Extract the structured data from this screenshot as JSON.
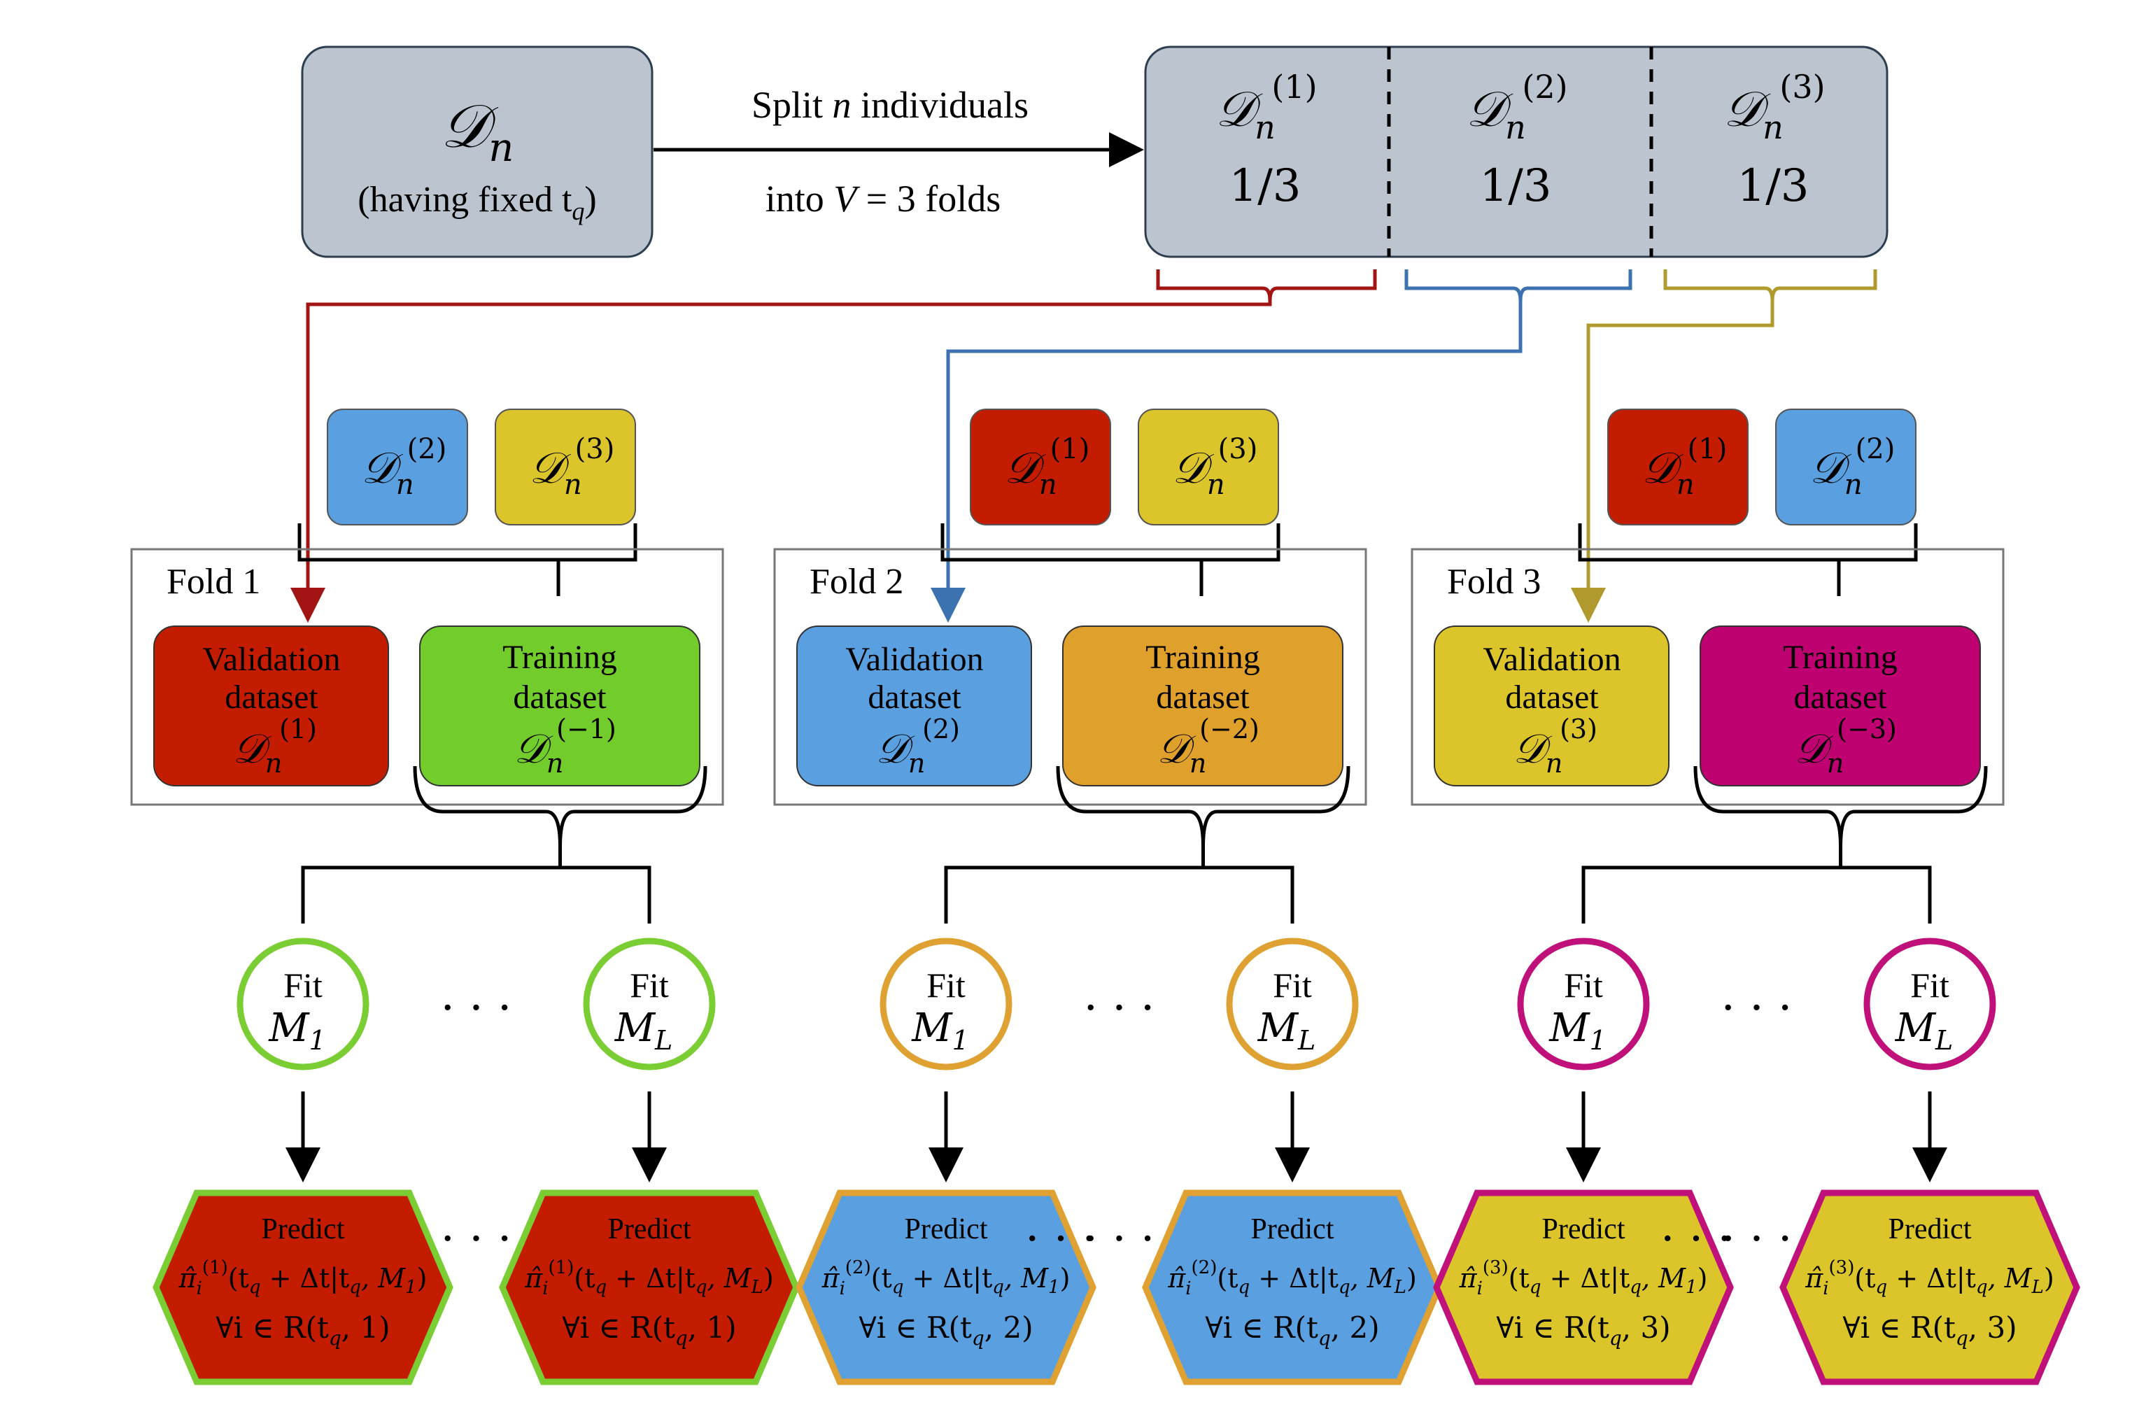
{
  "colors": {
    "dataset_gray": "#bcc5cf",
    "red": "#c41c00",
    "red_line": "#a31515",
    "blue": "#5aa0e0",
    "blue_line": "#3d72b0",
    "gold_line": "#b09a2e",
    "yellow": "#dcc52a",
    "green": "#72cc2c",
    "orange": "#e0a02c",
    "magenta": "#bf0070",
    "green_border": "#7acd33",
    "orange_border": "#dfa131",
    "magenta_border": "#c0107a"
  },
  "source": {
    "symbol": "𝒟",
    "subscript": "n",
    "caption": "(having fixed t",
    "caption_sub": "q",
    "caption_end": ")"
  },
  "split_label": {
    "line1_pre": "Split ",
    "line1_var": "n",
    "line1_post": " individuals",
    "line2_pre": "into ",
    "line2_var": "V",
    "line2_post": " = 3 folds"
  },
  "partitions": [
    {
      "symbol": "𝒟",
      "sub": "n",
      "sup": "(1)",
      "fraction": "1/3"
    },
    {
      "symbol": "𝒟",
      "sub": "n",
      "sup": "(2)",
      "fraction": "1/3"
    },
    {
      "symbol": "𝒟",
      "sub": "n",
      "sup": "(3)",
      "fraction": "1/3"
    }
  ],
  "folds": [
    {
      "label": "Fold 1",
      "train_parts": [
        {
          "symbol": "𝒟",
          "sub": "n",
          "sup": "(2)"
        },
        {
          "symbol": "𝒟",
          "sub": "n",
          "sup": "(3)"
        }
      ],
      "validation": {
        "line1": "Validation",
        "line2": "dataset",
        "symbol": "𝒟",
        "sub": "n",
        "sup": "(1)"
      },
      "training": {
        "line1": "Training",
        "line2": "dataset",
        "symbol": "𝒟",
        "sub": "n",
        "sup": "(−1)"
      },
      "fit_left": {
        "label": "Fit",
        "model": "M",
        "model_sub": "1"
      },
      "fit_right": {
        "label": "Fit",
        "model": "M",
        "model_sub": "L"
      },
      "ellipsis": "· · ·",
      "predict_left": {
        "label": "Predict",
        "pi": "π̂",
        "pi_sub": "i",
        "pi_sup": "(1)",
        "args": "(t",
        "args_rest": " + Δt|t",
        "args_end": ", M",
        "model_sub": "1",
        "close": ")",
        "risk": "∀i ∈ R(t",
        "risk_sub": "q",
        "risk_end": ", 1)"
      },
      "predict_right": {
        "label": "Predict",
        "pi": "π̂",
        "pi_sub": "i",
        "pi_sup": "(1)",
        "args": "(t",
        "args_rest": " + Δt|t",
        "args_end": ", M",
        "model_sub": "L",
        "close": ")",
        "risk": "∀i ∈ R(t",
        "risk_sub": "q",
        "risk_end": ", 1)"
      }
    },
    {
      "label": "Fold 2",
      "train_parts": [
        {
          "symbol": "𝒟",
          "sub": "n",
          "sup": "(1)"
        },
        {
          "symbol": "𝒟",
          "sub": "n",
          "sup": "(3)"
        }
      ],
      "validation": {
        "line1": "Validation",
        "line2": "dataset",
        "symbol": "𝒟",
        "sub": "n",
        "sup": "(2)"
      },
      "training": {
        "line1": "Training",
        "line2": "dataset",
        "symbol": "𝒟",
        "sub": "n",
        "sup": "(−2)"
      },
      "fit_left": {
        "label": "Fit",
        "model": "M",
        "model_sub": "1"
      },
      "fit_right": {
        "label": "Fit",
        "model": "M",
        "model_sub": "L"
      },
      "ellipsis": "· · ·",
      "predict_left": {
        "label": "Predict",
        "pi": "π̂",
        "pi_sub": "i",
        "pi_sup": "(2)",
        "args": "(t",
        "args_rest": " + Δt|t",
        "args_end": ", M",
        "model_sub": "1",
        "close": ")",
        "risk": "∀i ∈ R(t",
        "risk_sub": "q",
        "risk_end": ", 2)"
      },
      "predict_right": {
        "label": "Predict",
        "pi": "π̂",
        "pi_sub": "i",
        "pi_sup": "(2)",
        "args": "(t",
        "args_rest": " + Δt|t",
        "args_end": ", M",
        "model_sub": "L",
        "close": ")",
        "risk": "∀i ∈ R(t",
        "risk_sub": "q",
        "risk_end": ", 2)"
      }
    },
    {
      "label": "Fold 3",
      "train_parts": [
        {
          "symbol": "𝒟",
          "sub": "n",
          "sup": "(1)"
        },
        {
          "symbol": "𝒟",
          "sub": "n",
          "sup": "(2)"
        }
      ],
      "validation": {
        "line1": "Validation",
        "line2": "dataset",
        "symbol": "𝒟",
        "sub": "n",
        "sup": "(3)"
      },
      "training": {
        "line1": "Training",
        "line2": "dataset",
        "symbol": "𝒟",
        "sub": "n",
        "sup": "(−3)"
      },
      "fit_left": {
        "label": "Fit",
        "model": "M",
        "model_sub": "1"
      },
      "fit_right": {
        "label": "Fit",
        "model": "M",
        "model_sub": "L"
      },
      "ellipsis": "· · ·",
      "predict_left": {
        "label": "Predict",
        "pi": "π̂",
        "pi_sub": "i",
        "pi_sup": "(3)",
        "args": "(t",
        "args_rest": " + Δt|t",
        "args_end": ", M",
        "model_sub": "1",
        "close": ")",
        "risk": "∀i ∈ R(t",
        "risk_sub": "q",
        "risk_end": ", 3)"
      },
      "predict_right": {
        "label": "Predict",
        "pi": "π̂",
        "pi_sub": "i",
        "pi_sup": "(3)",
        "args": "(t",
        "args_rest": " + Δt|t",
        "args_end": ", M",
        "model_sub": "L",
        "close": ")",
        "risk": "∀i ∈ R(t",
        "risk_sub": "q",
        "risk_end": ", 3)"
      }
    }
  ],
  "between_fold_ellipsis": "· · ·"
}
